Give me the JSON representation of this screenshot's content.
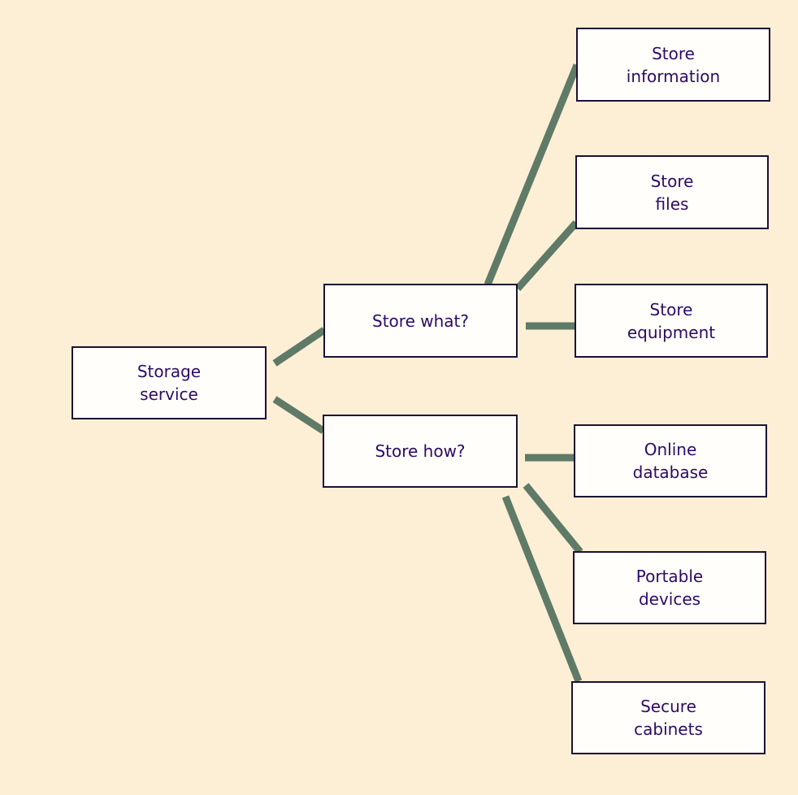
{
  "colors": {
    "background": "#fdefd6",
    "connector": "#5f7a66",
    "text": "#2d0a66",
    "border": "#1e0f33"
  },
  "root": {
    "label": "Storage\nservice"
  },
  "branches": [
    {
      "label": "Store what?",
      "children": [
        {
          "label": "Store\ninformation"
        },
        {
          "label": "Store\nfiles"
        },
        {
          "label": "Store\nequipment"
        }
      ]
    },
    {
      "label": "Store how?",
      "children": [
        {
          "label": "Online\ndatabase"
        },
        {
          "label": "Portable\ndevices"
        },
        {
          "label": "Secure\ncabinets"
        }
      ]
    }
  ]
}
